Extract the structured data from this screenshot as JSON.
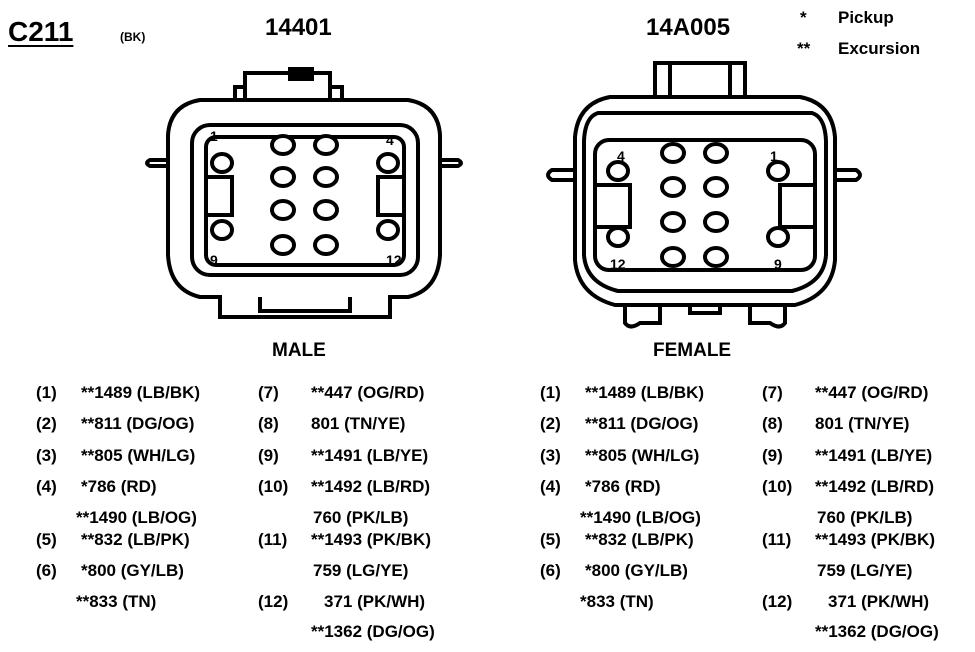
{
  "header": {
    "connector_id": "C211",
    "connector_color": "(BK)",
    "male_part": "14401",
    "female_part": "14A005"
  },
  "legend": [
    {
      "symbol": "*",
      "meaning": "Pickup"
    },
    {
      "symbol": "**",
      "meaning": "Excursion"
    }
  ],
  "male": {
    "label": "MALE",
    "corner_labels": {
      "top_left": "1",
      "top_right": "4",
      "bottom_left": "9",
      "bottom_right": "12"
    }
  },
  "female": {
    "label": "FEMALE",
    "corner_labels": {
      "top_left": "4",
      "top_right": "1",
      "bottom_left": "12",
      "bottom_right": "9"
    }
  },
  "pinout_left": {
    "col1": [
      {
        "num": "(1)",
        "lines": [
          "**1489 (LB/BK)"
        ]
      },
      {
        "num": "(2)",
        "lines": [
          "**811 (DG/OG)"
        ]
      },
      {
        "num": "(3)",
        "lines": [
          "**805 (WH/LG)"
        ]
      },
      {
        "num": "(4)",
        "lines": [
          "*786 (RD)",
          "**1490 (LB/OG)"
        ]
      },
      {
        "num": "(5)",
        "lines": [
          "**832 (LB/PK)"
        ]
      },
      {
        "num": "(6)",
        "lines": [
          "*800 (GY/LB)",
          "**833 (TN)"
        ]
      }
    ],
    "col2": [
      {
        "num": "(7)",
        "lines": [
          "**447 (OG/RD)"
        ]
      },
      {
        "num": "(8)",
        "lines": [
          "801 (TN/YE)"
        ]
      },
      {
        "num": "(9)",
        "lines": [
          "**1491 (LB/YE)"
        ]
      },
      {
        "num": "(10)",
        "lines": [
          "**1492 (LB/RD)",
          "760 (PK/LB)"
        ]
      },
      {
        "num": "(11)",
        "lines": [
          "**1493 (PK/BK)",
          "759 (LG/YE)"
        ]
      },
      {
        "num": "(12)",
        "lines": [
          "371 (PK/WH)",
          "**1362 (DG/OG)"
        ]
      }
    ]
  },
  "pinout_right": {
    "col1": [
      {
        "num": "(1)",
        "lines": [
          "**1489 (LB/BK)"
        ]
      },
      {
        "num": "(2)",
        "lines": [
          "**811 (DG/OG)"
        ]
      },
      {
        "num": "(3)",
        "lines": [
          "**805 (WH/LG)"
        ]
      },
      {
        "num": "(4)",
        "lines": [
          "*786 (RD)",
          "**1490 (LB/OG)"
        ]
      },
      {
        "num": "(5)",
        "lines": [
          "**832 (LB/PK)"
        ]
      },
      {
        "num": "(6)",
        "lines": [
          "*800 (GY/LB)",
          "*833 (TN)"
        ]
      }
    ],
    "col2": [
      {
        "num": "(7)",
        "lines": [
          "**447 (OG/RD)"
        ]
      },
      {
        "num": "(8)",
        "lines": [
          "801 (TN/YE)"
        ]
      },
      {
        "num": "(9)",
        "lines": [
          "**1491 (LB/YE)"
        ]
      },
      {
        "num": "(10)",
        "lines": [
          "**1492 (LB/RD)",
          "760 (PK/LB)"
        ]
      },
      {
        "num": "(11)",
        "lines": [
          "**1493 (PK/BK)",
          "759 (LG/YE)"
        ]
      },
      {
        "num": "(12)",
        "lines": [
          "371 (PK/WH)",
          "**1362 (DG/OG)"
        ]
      }
    ]
  }
}
